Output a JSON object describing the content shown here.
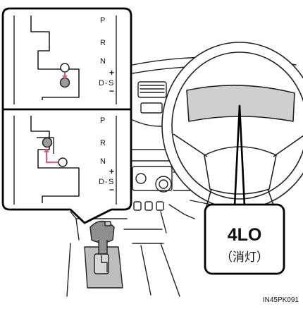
{
  "inset_top": {
    "gates": {
      "p": "P",
      "r": "R",
      "n": "N",
      "d": "D",
      "s": "S",
      "plus": "+",
      "minus": "−"
    }
  },
  "inset_bottom": {
    "gates": {
      "p": "P",
      "r": "R",
      "n": "N",
      "d": "D",
      "s": "S",
      "plus": "+",
      "minus": "−"
    }
  },
  "callout": {
    "title": "4LO",
    "subtitle": "（消灯）"
  },
  "figure_code": "IN45PK091",
  "colors": {
    "arrow": "#e05a8a",
    "knob_fill": "#9a9a9a",
    "highlight": "#cfcfcf"
  }
}
